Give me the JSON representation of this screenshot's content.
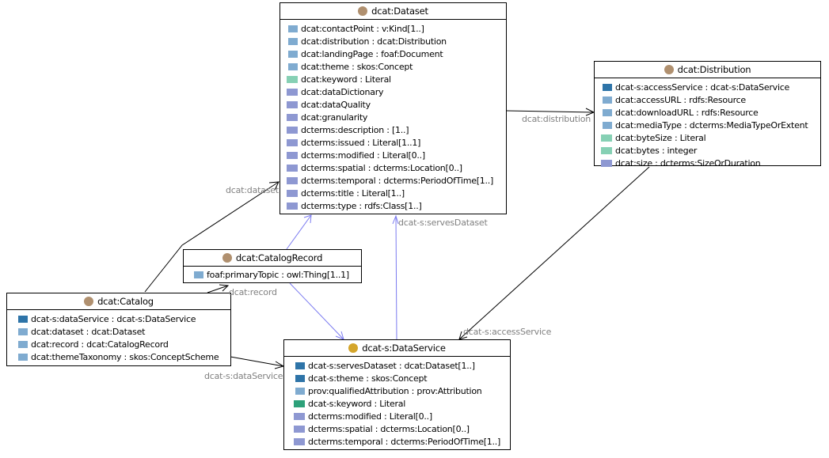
{
  "colors": {
    "class_header": "#b0906f",
    "service_header": "#d4a52b",
    "object_prop": "#7fabd0",
    "object_prop_dcats": "#2e74a8",
    "datatype_prop": "#86d0b4",
    "datatype_prop_dcats": "#2da17a",
    "annotation_prop": "#8e98d2",
    "edge_black": "#000000",
    "edge_blue": "#7b7bf0",
    "label_gray": "#808080"
  },
  "nodes": {
    "dataset": {
      "title": "dcat:Dataset",
      "header_color_key": "class_header",
      "properties": [
        {
          "text": "dcat:contactPoint : v:Kind[1..]",
          "kind": "object_prop"
        },
        {
          "text": "dcat:distribution : dcat:Distribution",
          "kind": "object_prop"
        },
        {
          "text": "dcat:landingPage : foaf:Document",
          "kind": "object_prop"
        },
        {
          "text": "dcat:theme : skos:Concept",
          "kind": "object_prop"
        },
        {
          "text": "dcat:keyword : Literal",
          "kind": "datatype_prop"
        },
        {
          "text": "dcat:dataDictionary",
          "kind": "annotation_prop"
        },
        {
          "text": "dcat:dataQuality",
          "kind": "annotation_prop"
        },
        {
          "text": "dcat:granularity",
          "kind": "annotation_prop"
        },
        {
          "text": "dcterms:description : [1..]",
          "kind": "annotation_prop"
        },
        {
          "text": "dcterms:issued : Literal[1..1]",
          "kind": "annotation_prop"
        },
        {
          "text": "dcterms:modified : Literal[0..]",
          "kind": "annotation_prop"
        },
        {
          "text": "dcterms:spatial : dcterms:Location[0..]",
          "kind": "annotation_prop"
        },
        {
          "text": "dcterms:temporal : dcterms:PeriodOfTime[1..]",
          "kind": "annotation_prop"
        },
        {
          "text": "dcterms:title : Literal[1..]",
          "kind": "annotation_prop"
        },
        {
          "text": "dcterms:type : rdfs:Class[1..]",
          "kind": "annotation_prop"
        }
      ]
    },
    "distribution": {
      "title": "dcat:Distribution",
      "header_color_key": "class_header",
      "properties": [
        {
          "text": "dcat-s:accessService : dcat-s:DataService",
          "kind": "object_prop_dcats"
        },
        {
          "text": "dcat:accessURL : rdfs:Resource",
          "kind": "object_prop"
        },
        {
          "text": "dcat:downloadURL : rdfs:Resource",
          "kind": "object_prop"
        },
        {
          "text": "dcat:mediaType : dcterms:MediaTypeOrExtent",
          "kind": "object_prop"
        },
        {
          "text": "dcat:byteSize : Literal",
          "kind": "datatype_prop"
        },
        {
          "text": "dcat:bytes : integer",
          "kind": "datatype_prop"
        },
        {
          "text": "dcat:size : dcterms:SizeOrDuration",
          "kind": "annotation_prop"
        }
      ]
    },
    "catalog_record": {
      "title": "dcat:CatalogRecord",
      "header_color_key": "class_header",
      "properties": [
        {
          "text": "foaf:primaryTopic : owl:Thing[1..1]",
          "kind": "object_prop"
        }
      ]
    },
    "catalog": {
      "title": "dcat:Catalog",
      "header_color_key": "class_header",
      "properties": [
        {
          "text": "dcat-s:dataService : dcat-s:DataService",
          "kind": "object_prop_dcats"
        },
        {
          "text": "dcat:dataset : dcat:Dataset",
          "kind": "object_prop"
        },
        {
          "text": "dcat:record : dcat:CatalogRecord",
          "kind": "object_prop"
        },
        {
          "text": "dcat:themeTaxonomy : skos:ConceptScheme",
          "kind": "object_prop"
        }
      ]
    },
    "data_service": {
      "title": "dcat-s:DataService",
      "header_color_key": "service_header",
      "properties": [
        {
          "text": "dcat-s:servesDataset : dcat:Dataset[1..]",
          "kind": "object_prop_dcats"
        },
        {
          "text": "dcat-s:theme : skos:Concept",
          "kind": "object_prop_dcats"
        },
        {
          "text": "prov:qualifiedAttribution : prov:Attribution",
          "kind": "object_prop"
        },
        {
          "text": "dcat-s:keyword : Literal",
          "kind": "datatype_prop_dcats"
        },
        {
          "text": "dcterms:modified : Literal[0..]",
          "kind": "annotation_prop"
        },
        {
          "text": "dcterms:spatial : dcterms:Location[0..]",
          "kind": "annotation_prop"
        },
        {
          "text": "dcterms:temporal : dcterms:PeriodOfTime[1..]",
          "kind": "annotation_prop"
        }
      ]
    }
  },
  "edges": [
    {
      "id": "distribution",
      "label": "dcat:distribution",
      "from": "dataset",
      "to": "distribution",
      "color_key": "edge_black"
    },
    {
      "id": "dataset",
      "label": "dcat:dataset",
      "from": "catalog",
      "to": "dataset",
      "color_key": "edge_black"
    },
    {
      "id": "record",
      "label": "dcat:record",
      "from": "catalog",
      "to": "catalog_record",
      "color_key": "edge_black"
    },
    {
      "id": "dataService",
      "label": "dcat-s:dataService",
      "from": "catalog",
      "to": "data_service",
      "color_key": "edge_black"
    },
    {
      "id": "accessService",
      "label": "dcat-s:accessService",
      "from": "distribution",
      "to": "data_service",
      "color_key": "edge_black"
    },
    {
      "id": "servesDataset",
      "label": "dcat-s:servesDataset",
      "from": "data_service",
      "to": "dataset",
      "color_key": "edge_blue"
    },
    {
      "id": "record_to_dataset",
      "label": "",
      "from": "catalog_record",
      "to": "dataset",
      "color_key": "edge_blue"
    },
    {
      "id": "record_to_service",
      "label": "",
      "from": "catalog_record",
      "to": "data_service",
      "color_key": "edge_blue"
    }
  ]
}
